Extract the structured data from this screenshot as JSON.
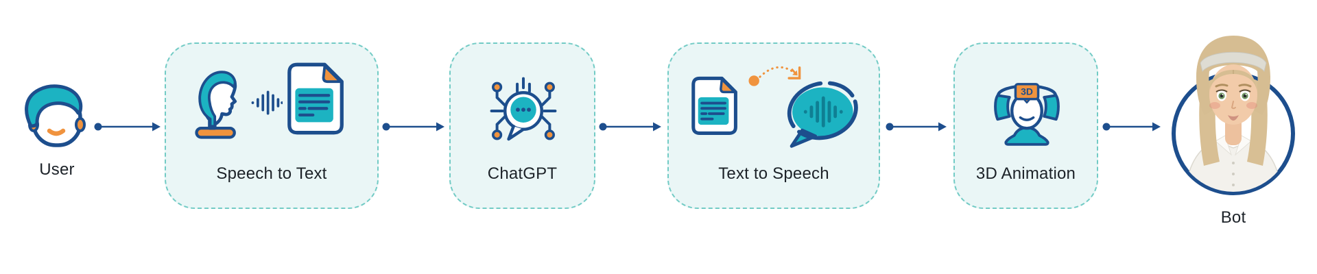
{
  "colors": {
    "navy": "#1d4e8d",
    "teal": "#1cb3c2",
    "teal-dark": "#0f7f93",
    "orange": "#f0933e",
    "box-bg": "#eaf6f6",
    "box-border": "#72cbc5",
    "text": "#1c2228",
    "canvas-bg": "#ffffff"
  },
  "nodes": [
    {
      "id": "user",
      "label": "User",
      "icon": "user-face-icon",
      "kind": "endpoint"
    },
    {
      "id": "speech-to-text",
      "label": "Speech to Text",
      "icon": "head-soundwave-document-icon",
      "kind": "process"
    },
    {
      "id": "chatgpt",
      "label": "ChatGPT",
      "icon": "chat-bubble-circuit-icon",
      "kind": "process"
    },
    {
      "id": "text-to-speech",
      "label": "Text to Speech",
      "icon": "document-soundwave-bubble-icon",
      "kind": "process"
    },
    {
      "id": "3d-animation",
      "label": "3D Animation",
      "icon": "head-3d-visor-icon",
      "kind": "process"
    },
    {
      "id": "bot",
      "label": "Bot",
      "icon": "female-avatar-in-circle",
      "kind": "endpoint"
    }
  ],
  "badge_3d": "3D",
  "connections": [
    {
      "from": "user",
      "to": "speech-to-text"
    },
    {
      "from": "speech-to-text",
      "to": "chatgpt"
    },
    {
      "from": "chatgpt",
      "to": "text-to-speech"
    },
    {
      "from": "text-to-speech",
      "to": "3d-animation"
    },
    {
      "from": "3d-animation",
      "to": "bot"
    }
  ]
}
